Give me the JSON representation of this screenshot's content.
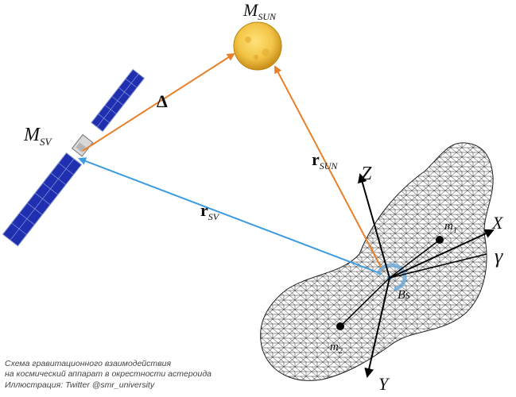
{
  "labels": {
    "m_sun_main": "M",
    "m_sun_sub": "SUN",
    "m_sv_main": "M",
    "m_sv_sub": "SV",
    "delta": "Δ",
    "r_sun_main": "r",
    "r_sun_sub": "SUN",
    "r_sv_main": "r",
    "r_sv_sub": "SV",
    "axis_z": "Z",
    "axis_x": "X",
    "axis_y": "Y",
    "gamma": "γ",
    "m1_main": "m",
    "m1_sub": "1",
    "m2_main": "m",
    "m2_sub": "2",
    "bs": "Bs"
  },
  "caption": {
    "line1": "Схема гравитационного взаимодействия",
    "line2": "на космический аппарат в окрестности астероида",
    "line3": "Иллюстрация: Twitter @smr_university"
  },
  "colors": {
    "orange_vector": "#e8802a",
    "blue_vector": "#3a9be0",
    "sun_fill": "#f3c547",
    "panel_blue": "#1f2fb0"
  }
}
